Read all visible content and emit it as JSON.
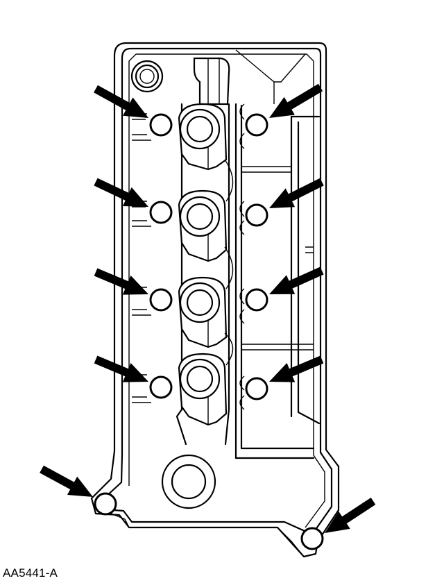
{
  "figure_id": "AA5441-A",
  "colors": {
    "line": "#000000",
    "background": "#ffffff"
  },
  "bolts": [
    {
      "name": "bolt-left-1"
    },
    {
      "name": "bolt-right-1"
    },
    {
      "name": "bolt-left-2"
    },
    {
      "name": "bolt-right-2"
    },
    {
      "name": "bolt-left-3"
    },
    {
      "name": "bolt-right-3"
    },
    {
      "name": "bolt-left-4"
    },
    {
      "name": "bolt-right-4"
    },
    {
      "name": "bolt-bottom-left"
    },
    {
      "name": "bolt-bottom-right"
    }
  ]
}
